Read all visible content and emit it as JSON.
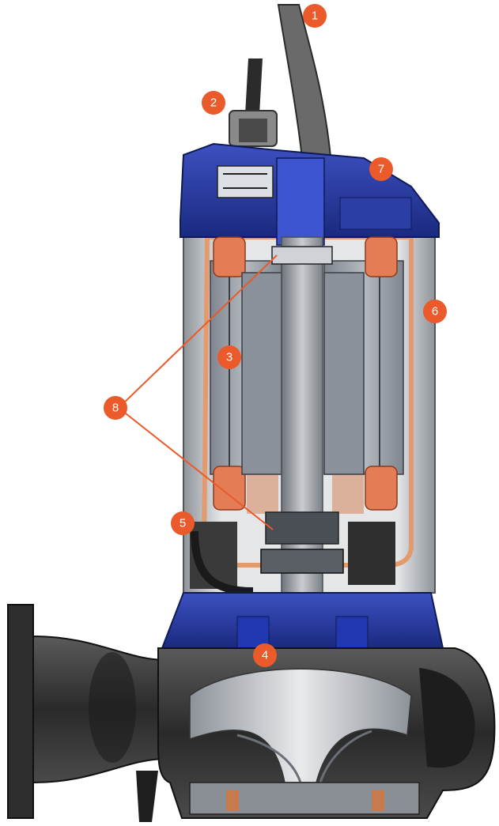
{
  "colors": {
    "accent": "#ea5a2a",
    "housing_blue": "#24389a",
    "copper": "#e58a5a",
    "steel": "#9aa0a8",
    "cast_iron": "#3a3a3a"
  },
  "callouts": [
    {
      "id": "1",
      "label": "1"
    },
    {
      "id": "2",
      "label": "2"
    },
    {
      "id": "3",
      "label": "3"
    },
    {
      "id": "4",
      "label": "4"
    },
    {
      "id": "5",
      "label": "5"
    },
    {
      "id": "6",
      "label": "6"
    },
    {
      "id": "7",
      "label": "7"
    },
    {
      "id": "8",
      "label": "8"
    }
  ]
}
